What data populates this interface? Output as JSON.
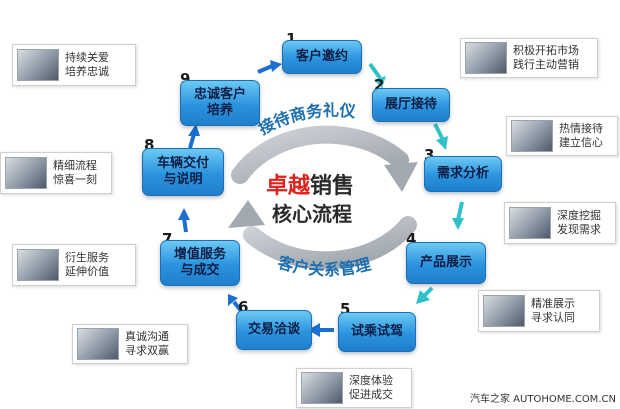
{
  "center": {
    "line1_red": "卓越",
    "line1_rest": "销售",
    "line2": "核心流程",
    "arc_top": "接待商务礼仪",
    "arc_bottom": "客户关系管理"
  },
  "steps": [
    {
      "num": "1",
      "label": "客户邀约"
    },
    {
      "num": "2",
      "label": "展厅接待"
    },
    {
      "num": "3",
      "label": "需求分析"
    },
    {
      "num": "4",
      "label": "产品展示"
    },
    {
      "num": "5",
      "label": "试乘试驾"
    },
    {
      "num": "6",
      "label": "交易洽谈"
    },
    {
      "num": "7",
      "label": "增值服务\n与成交"
    },
    {
      "num": "8",
      "label": "车辆交付\n与说明"
    },
    {
      "num": "9",
      "label": "忠诚客户\n培养"
    }
  ],
  "callouts": [
    {
      "text": "积极开拓市场\n践行主动营销"
    },
    {
      "text": "热情接待\n建立信心"
    },
    {
      "text": "深度挖掘\n发现需求"
    },
    {
      "text": "精准展示\n寻求认同"
    },
    {
      "text": "深度体验\n促进成交"
    },
    {
      "text": "真诚沟通\n寻求双赢"
    },
    {
      "text": "衍生服务\n延伸价值"
    },
    {
      "text": "精细流程\n惊喜一刻"
    },
    {
      "text": "持续关爱\n培养忠诚"
    }
  ],
  "footer": "汽车之家 AUTOHOME.COM.CN",
  "colors": {
    "accent_red": "#e0201b",
    "arrow_teal": "#2fc1c9",
    "arrow_blue": "#1a6fd1",
    "step_blue": "#2b93de"
  }
}
